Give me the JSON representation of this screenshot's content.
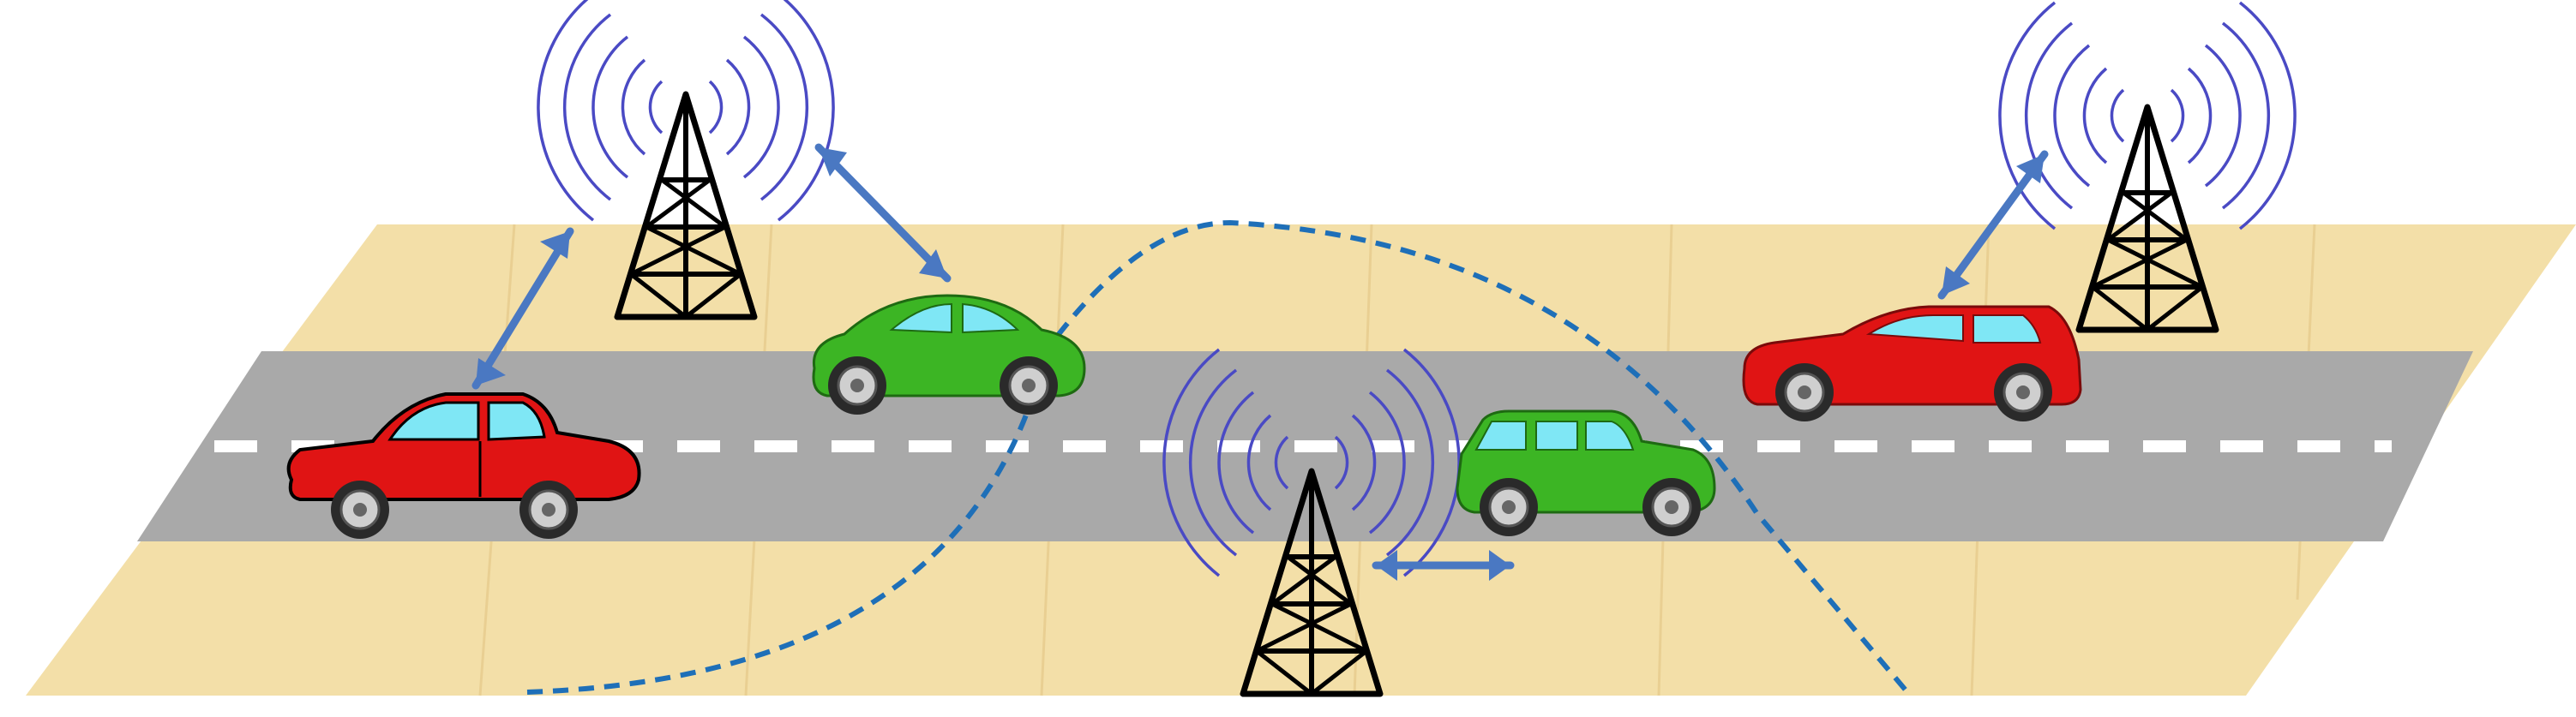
{
  "colors": {
    "ground": "#F3DFA8",
    "ground_grain": "#E5C98A",
    "road": "#A9A9A9",
    "lane_marking": "#FFFFFF",
    "tower": "#000000",
    "signal_waves": "#4A4AC4",
    "link_arrow": "#4A78C2",
    "boundary_line": "#1E6FB8",
    "car_red": "#E01414",
    "car_green": "#3CB524",
    "window": "#7FE7F5",
    "wheel": "#555555"
  },
  "icons": {
    "tower": "radio-tower-icon",
    "waves": "signal-waves-icon",
    "link": "double-arrow-icon",
    "vehicle": "car-icon"
  },
  "towers": [
    "base-station-1",
    "base-station-2",
    "base-station-3"
  ],
  "vehicles": [
    "red-sedan",
    "green-beetle",
    "green-suv",
    "red-hatchback"
  ],
  "links": [
    "link-tower1-red-sedan",
    "link-tower1-green-beetle",
    "link-tower2-green-suv",
    "link-tower3-red-hatchback"
  ]
}
